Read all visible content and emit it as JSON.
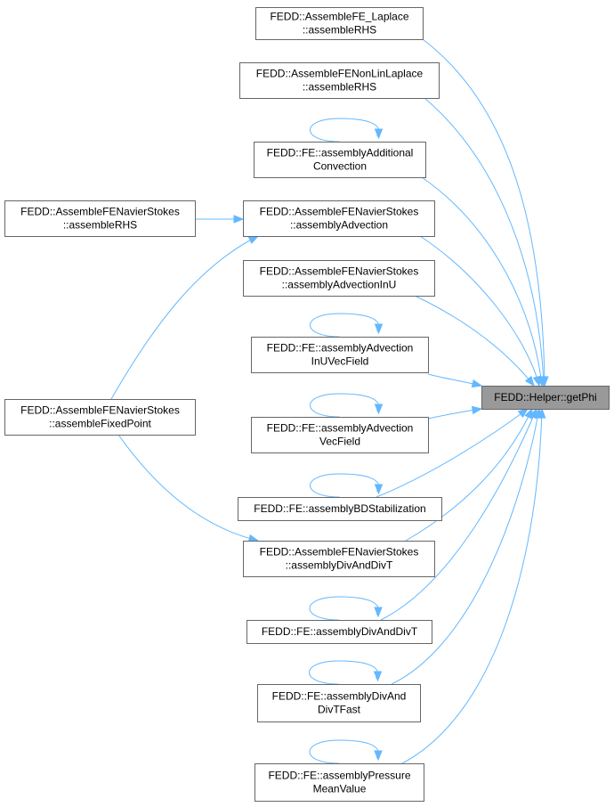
{
  "graph": {
    "target": {
      "lines": [
        "FEDD::Helper::getPhi"
      ],
      "is_current": true
    },
    "nodes": [
      {
        "id": "n_fe_laplace",
        "lines": [
          "FEDD::AssembleFE_Laplace",
          "::assembleRHS"
        ],
        "self_loop": false
      },
      {
        "id": "n_fe_nonlin",
        "lines": [
          "FEDD::AssembleFENonLinLaplace",
          "::assembleRHS"
        ],
        "self_loop": false
      },
      {
        "id": "n_add_conv",
        "lines": [
          "FEDD::FE::assemblyAdditional",
          "Convection"
        ],
        "self_loop": true
      },
      {
        "id": "n_ns_adv",
        "lines": [
          "FEDD::AssembleFENavierStokes",
          "::assemblyAdvection"
        ],
        "self_loop": false
      },
      {
        "id": "n_ns_advInU",
        "lines": [
          "FEDD::AssembleFENavierStokes",
          "::assemblyAdvectionInU"
        ],
        "self_loop": false
      },
      {
        "id": "n_adv_inu_vec",
        "lines": [
          "FEDD::FE::assemblyAdvection",
          "InUVecField"
        ],
        "self_loop": true
      },
      {
        "id": "n_adv_vec",
        "lines": [
          "FEDD::FE::assemblyAdvection",
          "VecField"
        ],
        "self_loop": true
      },
      {
        "id": "n_bd_stab",
        "lines": [
          "FEDD::FE::assemblyBDStabilization"
        ],
        "self_loop": true
      },
      {
        "id": "n_ns_div",
        "lines": [
          "FEDD::AssembleFENavierStokes",
          "::assemblyDivAndDivT"
        ],
        "self_loop": false
      },
      {
        "id": "n_fe_div",
        "lines": [
          "FEDD::FE::assemblyDivAndDivT"
        ],
        "self_loop": true
      },
      {
        "id": "n_fe_div_fast",
        "lines": [
          "FEDD::FE::assemblyDivAnd",
          "DivTFast"
        ],
        "self_loop": true
      },
      {
        "id": "n_fe_pressure",
        "lines": [
          "FEDD::FE::assemblyPressure",
          "MeanValue"
        ],
        "self_loop": true
      },
      {
        "id": "n_ns_rhs",
        "lines": [
          "FEDD::AssembleFENavierStokes",
          "::assembleRHS"
        ],
        "self_loop": false
      },
      {
        "id": "n_ns_fixed",
        "lines": [
          "FEDD::AssembleFENavierStokes",
          "::assembleFixedPoint"
        ],
        "self_loop": false
      }
    ],
    "edges": [
      {
        "from": "n_fe_laplace",
        "to": "target"
      },
      {
        "from": "n_fe_nonlin",
        "to": "target"
      },
      {
        "from": "n_add_conv",
        "to": "target"
      },
      {
        "from": "n_ns_adv",
        "to": "target"
      },
      {
        "from": "n_ns_advInU",
        "to": "target"
      },
      {
        "from": "n_adv_inu_vec",
        "to": "target"
      },
      {
        "from": "n_adv_vec",
        "to": "target"
      },
      {
        "from": "n_bd_stab",
        "to": "target"
      },
      {
        "from": "n_ns_div",
        "to": "target"
      },
      {
        "from": "n_fe_div",
        "to": "target"
      },
      {
        "from": "n_fe_div_fast",
        "to": "target"
      },
      {
        "from": "n_fe_pressure",
        "to": "target"
      },
      {
        "from": "n_ns_rhs",
        "to": "n_ns_adv"
      },
      {
        "from": "n_ns_fixed",
        "to": "n_ns_adv"
      },
      {
        "from": "n_ns_fixed",
        "to": "n_ns_div"
      }
    ],
    "colors": {
      "edge": "#63b8ff",
      "node_border": "#666666",
      "node_fill": "#ffffff",
      "focus_fill": "#999999",
      "text": "#000000"
    }
  }
}
